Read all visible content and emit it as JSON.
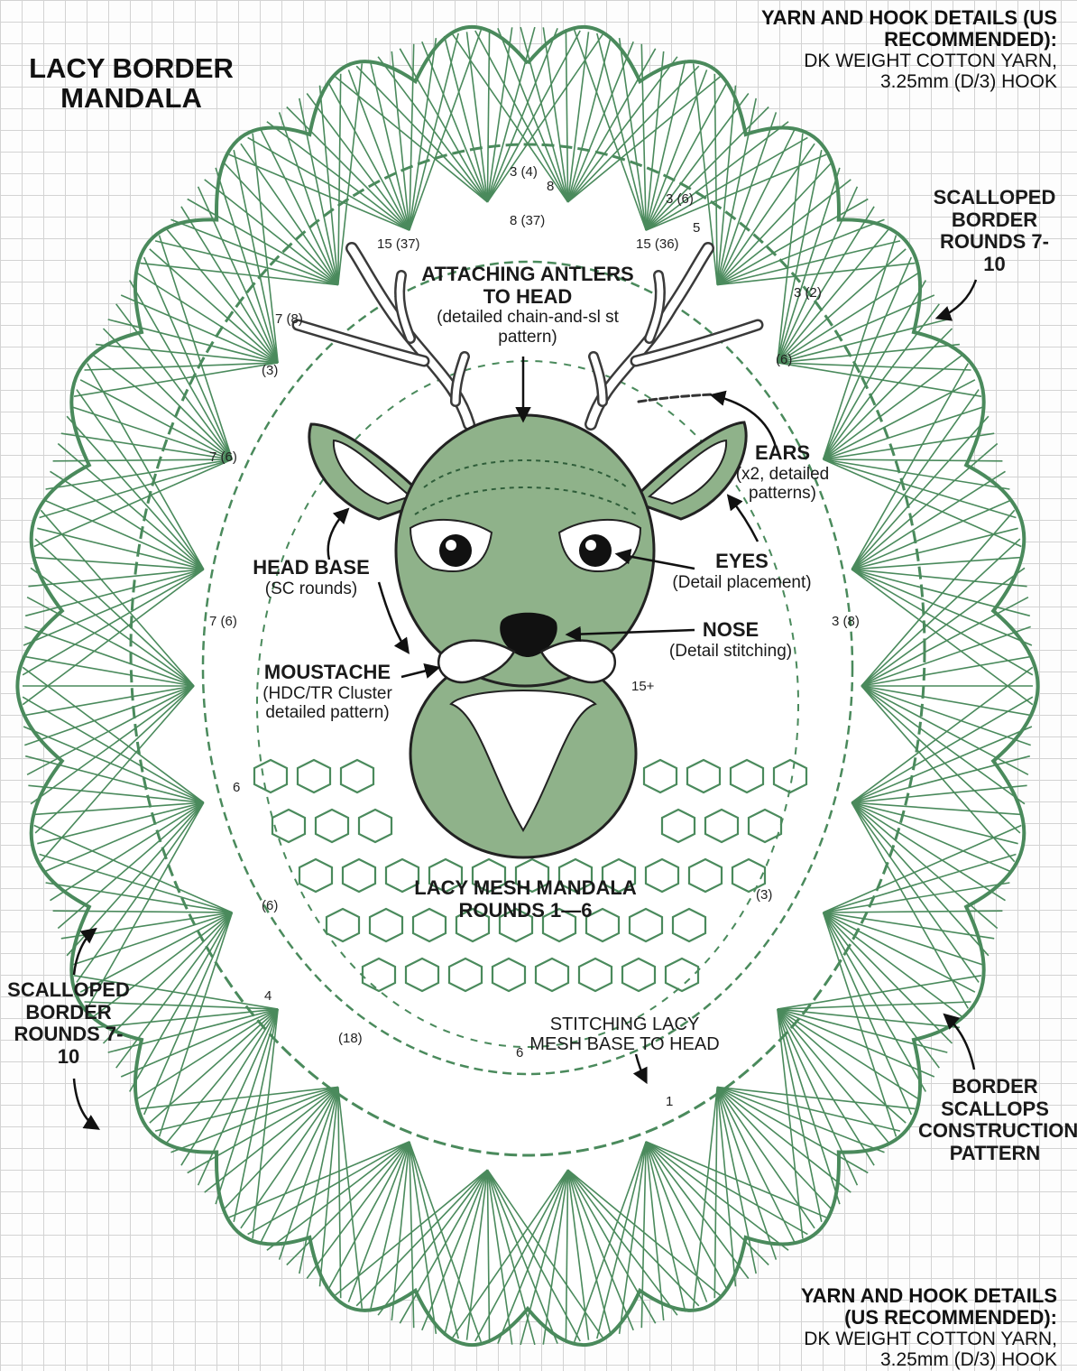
{
  "title": "LACY BORDER MANDALA",
  "yarn_top": {
    "heading": "YARN AND HOOK DETAILS (US RECOMMENDED):",
    "line1": "DK WEIGHT COTTON YARN,",
    "line2": "3.25mm (D/3) HOOK"
  },
  "yarn_bottom": {
    "heading": "YARN AND HOOK DETAILS (US RECOMMENDED):",
    "line1": "DK WEIGHT COTTON YARN,",
    "line2": "3.25mm (D/3) HOOK"
  },
  "labels": {
    "antlers": {
      "heading": "ATTACHING ANTLERS TO HEAD",
      "sub": "(detailed chain-and-sl st pattern)"
    },
    "ears": {
      "heading": "EARS",
      "sub": "(x2, detailed patterns)"
    },
    "head_base": {
      "heading": "HEAD BASE",
      "sub": "(SC rounds)"
    },
    "eyes": {
      "heading": "EYES",
      "sub": "(Detail placement)"
    },
    "nose": {
      "heading": "NOSE",
      "sub": "(Detail stitching)"
    },
    "moustache": {
      "heading": "MOUSTACHE",
      "sub": "(HDC/TR Cluster detailed pattern)"
    },
    "scalloped_right": {
      "heading": "SCALLOPED BORDER ROUNDS 7-10"
    },
    "scalloped_left": {
      "heading": "SCALLOPED BORDER ROUNDS 7-10"
    },
    "lacy_mesh": {
      "heading": "LACY MESH MANDALA ROUNDS 1—6"
    },
    "stitching_mesh": {
      "text": "STITCHING LACY MESH BASE TO HEAD"
    },
    "border_construction": {
      "heading": "BORDER SCALLOPS CONSTRUCTION PATTERN"
    }
  },
  "round_notes": [
    "3 (4)",
    "8",
    "3 (6)",
    "5",
    "8 (37)",
    "15 (37)",
    "15 (36)",
    "3 (2)",
    "7 (8)",
    "(3)",
    "7 (6)",
    "7 (6)",
    "(6)",
    "3 (8)",
    "15+",
    "6",
    "(6)",
    "(3)",
    "4",
    "(18)",
    "6",
    "1"
  ],
  "colors": {
    "accent": "#4a8a5c",
    "fill": "#8fb28a",
    "grid": "#d3d3d3",
    "ink": "#1a1a1a"
  }
}
